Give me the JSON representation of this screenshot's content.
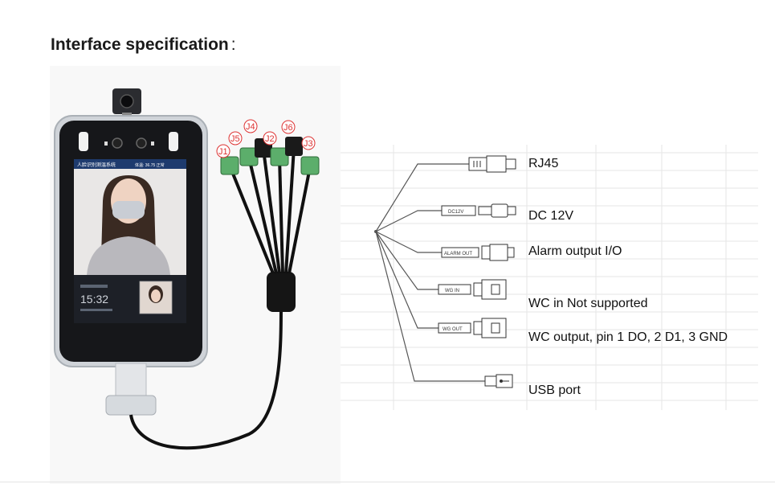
{
  "heading": {
    "text": "Interface specification",
    "colon": ":"
  },
  "device": {
    "screen_header": "人脸识别测温系统",
    "temp_reading": "体温: 36.75 正常",
    "clock": "15:32",
    "colors": {
      "frame": "#c9ced4",
      "bezel": "#16171a",
      "screen_top": "#1e3b6e"
    },
    "connector_tags": [
      "J1",
      "J5",
      "J4",
      "J2",
      "J6",
      "J3"
    ]
  },
  "wiring": {
    "connector_tags": [
      "DC12V",
      "ALARM OUT",
      "WG IN",
      "WG OUT"
    ],
    "ports": [
      {
        "label": "RJ45"
      },
      {
        "label": "DC 12V"
      },
      {
        "label": "Alarm output I/O"
      },
      {
        "label": "WC in Not supported"
      },
      {
        "label": "WC output, pin 1 DO, 2 D1, 3 GND"
      },
      {
        "label": "USB port"
      }
    ]
  }
}
